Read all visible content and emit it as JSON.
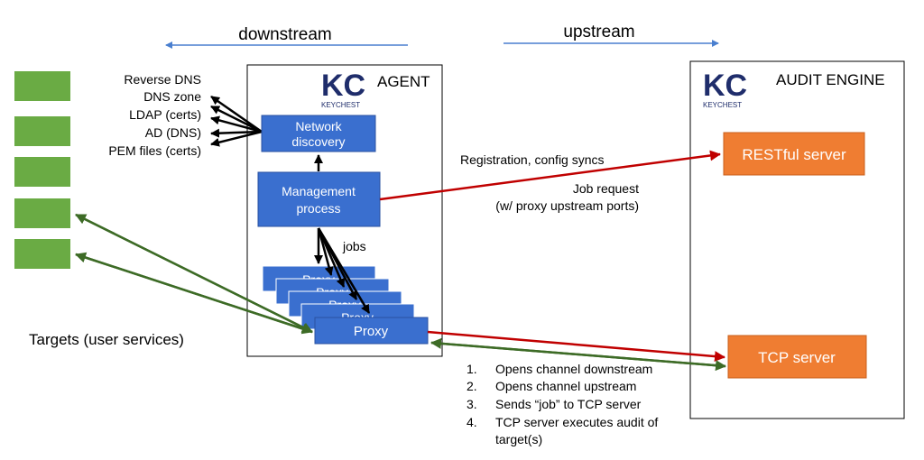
{
  "direction": {
    "downstream": "downstream",
    "upstream": "upstream"
  },
  "agent": {
    "logo_mark": "KC",
    "logo_word": "KEYCHEST",
    "title": "AGENT",
    "network_discovery": [
      "Network",
      "discovery"
    ],
    "management_process": [
      "Management",
      "process"
    ],
    "proxy_stack_text": "Proxy",
    "proxy_front": "Proxy",
    "jobs_label": "jobs"
  },
  "discovery_sources": [
    "Reverse DNS",
    "DNS zone",
    "LDAP (certs)",
    "AD (DNS)",
    "PEM files (certs)"
  ],
  "targets": {
    "label": "Targets (user services)",
    "count": 5
  },
  "audit_engine": {
    "logo_mark": "KC",
    "logo_word": "KEYCHEST",
    "title": "AUDIT ENGINE",
    "restful_server": "RESTful server",
    "tcp_server": "TCP server"
  },
  "connections": {
    "registration": "Registration, config syncs",
    "job_request": [
      "Job request",
      "(w/ proxy upstream ports)"
    ]
  },
  "steps": [
    [
      "Opens channel downstream"
    ],
    [
      "Opens channel upstream"
    ],
    [
      "Sends “job” to TCP server"
    ],
    [
      "TCP server executes audit of",
      "target(s)"
    ]
  ],
  "colors": {
    "blue_box": "#3a6fcf",
    "green_target": "#6aab44",
    "orange_server": "#ef7d32",
    "red_line": "#c00000",
    "green_line": "#3d6b26",
    "direction_arrow": "#4a7fcf"
  }
}
